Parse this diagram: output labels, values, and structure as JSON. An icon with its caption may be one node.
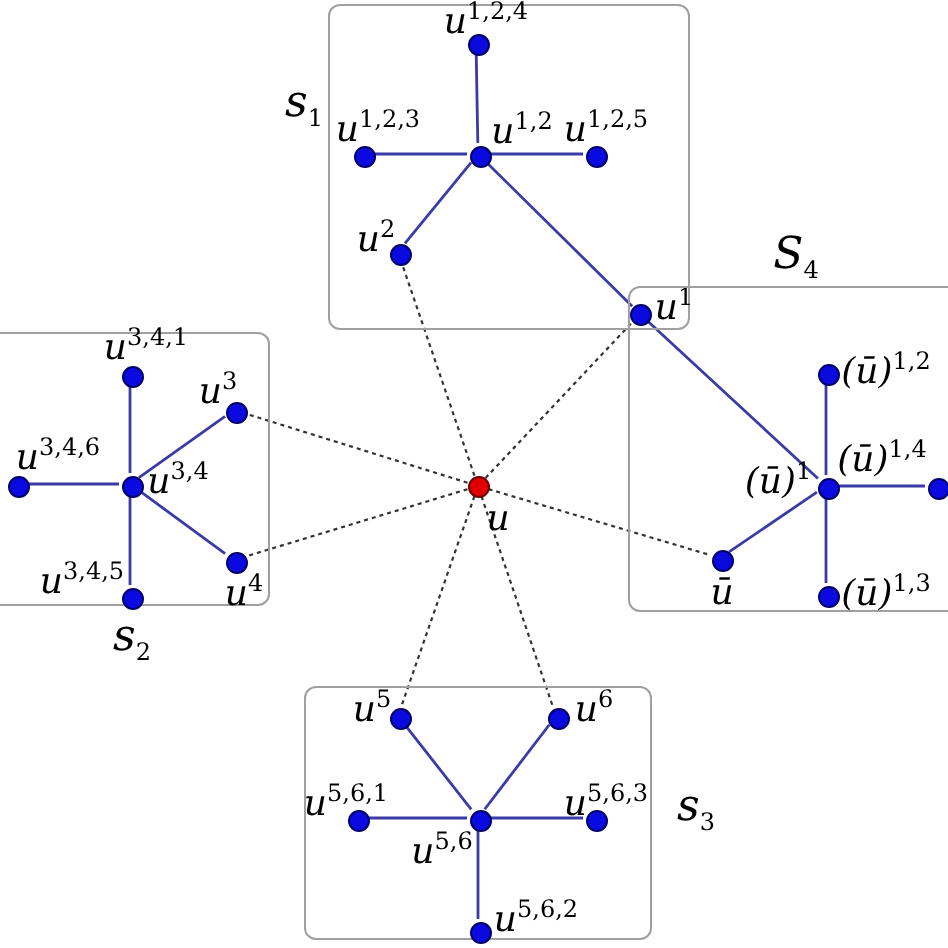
{
  "diagram": {
    "nodes": [
      {
        "text": [
          "s$_{1}$"
        ]
      },
      {
        "text": [],
        "shape": "circle",
        "in": 0,
        "beside": [
          "u$^{1,2,4}$"
        ]
      },
      {
        "text": [],
        "shape": "circle",
        "in": 0,
        "beside": [
          "u$^{1,2,3}$"
        ]
      },
      {
        "text": [],
        "shape": "circle",
        "in": 0,
        "beside": [
          "u$^{1,2}$"
        ]
      },
      {
        "text": [],
        "shape": "circle",
        "in": 0,
        "beside": [
          "u$^{1,2,5}$"
        ]
      },
      {
        "text": [],
        "shape": "circle",
        "in": 0,
        "beside": [
          "u$^{2}$"
        ]
      },
      {
        "text": [],
        "shape": "circle",
        "beside": [
          "u$^{1}$"
        ]
      },
      {
        "text": [
          "S$_{4}$"
        ]
      },
      {
        "text": [],
        "shape": "circle",
        "in": 7,
        "beside": [
          "(ū)$^{1,2}$"
        ]
      },
      {
        "text": [],
        "shape": "circle",
        "in": 7,
        "beside": [
          "(ū)$^{1}$"
        ]
      },
      {
        "text": [],
        "shape": "circle",
        "in": 7,
        "beside": [
          "(ū)$^{1,4}$"
        ]
      },
      {
        "text": [],
        "shape": "circle",
        "in": 7,
        "beside": [
          "ū"
        ]
      },
      {
        "text": [],
        "shape": "circle",
        "in": 7,
        "beside": [
          "(ū)$^{1,3}$"
        ]
      },
      {
        "text": [
          "s$_{2}$"
        ]
      },
      {
        "text": [],
        "shape": "circle",
        "in": 13,
        "beside": [
          "u$^{3,4,1}$"
        ]
      },
      {
        "text": [],
        "shape": "circle",
        "in": 13,
        "beside": [
          "u$^{3}$"
        ]
      },
      {
        "text": [],
        "shape": "circle",
        "in": 13,
        "beside": [
          "u$^{3,4,6}$"
        ]
      },
      {
        "text": [],
        "shape": "circle",
        "in": 13,
        "beside": [
          "u$^{3,4}$"
        ]
      },
      {
        "text": [],
        "shape": "circle",
        "in": 13,
        "beside": [
          "u$^{4}$"
        ]
      },
      {
        "text": [],
        "shape": "circle",
        "in": 13,
        "beside": [
          "u$^{3,4,5}$"
        ]
      },
      {
        "text": [],
        "shape": "circle",
        "beside": [
          "u"
        ]
      },
      {
        "text": [
          "s$_{3}$"
        ]
      },
      {
        "text": [],
        "shape": "circle",
        "in": 21,
        "beside": [
          "u$^{5}$"
        ]
      },
      {
        "text": [],
        "shape": "circle",
        "in": 21,
        "beside": [
          "u$^{6}$"
        ]
      },
      {
        "text": [],
        "shape": "circle",
        "in": 21,
        "beside": [
          "u$^{5,6,1}$"
        ]
      },
      {
        "text": [],
        "shape": "circle",
        "in": 21,
        "beside": [
          "u$^{5,6}$"
        ]
      },
      {
        "text": [],
        "shape": "circle",
        "in": 21,
        "beside": [
          "u$^{5,6,3}$"
        ]
      },
      {
        "text": [],
        "shape": "circle",
        "in": 21,
        "beside": [
          "u$^{5,6,2}$"
        ]
      }
    ],
    "edges": [
      {
        "from": 3,
        "to": 1,
        "arrow": "none"
      },
      {
        "from": 3,
        "to": 2,
        "arrow": "none"
      },
      {
        "from": 3,
        "to": 4,
        "arrow": "none"
      },
      {
        "from": 3,
        "to": 5,
        "arrow": "none"
      },
      {
        "from": 3,
        "to": 6,
        "arrow": "none"
      },
      {
        "from": 6,
        "to": 9,
        "arrow": "none"
      },
      {
        "from": 9,
        "to": 8,
        "arrow": "none"
      },
      {
        "from": 9,
        "to": 10,
        "arrow": "none"
      },
      {
        "from": 9,
        "to": 12,
        "arrow": "none"
      },
      {
        "from": 9,
        "to": 11,
        "arrow": "none"
      },
      {
        "from": 17,
        "to": 14,
        "arrow": "none"
      },
      {
        "from": 17,
        "to": 16,
        "arrow": "none"
      },
      {
        "from": 17,
        "to": 19,
        "arrow": "none"
      },
      {
        "from": 17,
        "to": 15,
        "arrow": "none"
      },
      {
        "from": 17,
        "to": 18,
        "arrow": "none"
      },
      {
        "from": 25,
        "to": 22,
        "arrow": "none"
      },
      {
        "from": 25,
        "to": 23,
        "arrow": "none"
      },
      {
        "from": 25,
        "to": 24,
        "arrow": "none"
      },
      {
        "from": 25,
        "to": 26,
        "arrow": "none"
      },
      {
        "from": 25,
        "to": 27,
        "arrow": "none"
      },
      {
        "from": 20,
        "to": 5,
        "arrow": "none",
        "style": "dashed",
        "color": "#333333"
      },
      {
        "from": 20,
        "to": 6,
        "arrow": "none",
        "style": "dashed",
        "color": "#333333"
      },
      {
        "from": 20,
        "to": 15,
        "arrow": "none",
        "style": "dashed",
        "color": "#333333"
      },
      {
        "from": 20,
        "to": 18,
        "arrow": "none",
        "style": "dashed",
        "color": "#333333"
      },
      {
        "from": 20,
        "to": 11,
        "arrow": "none",
        "style": "dashed",
        "color": "#333333"
      },
      {
        "from": 20,
        "to": 22,
        "arrow": "none",
        "style": "dashed",
        "color": "#333333"
      },
      {
        "from": 20,
        "to": 23,
        "arrow": "none",
        "style": "dashed",
        "color": "#333333"
      }
    ]
  }
}
